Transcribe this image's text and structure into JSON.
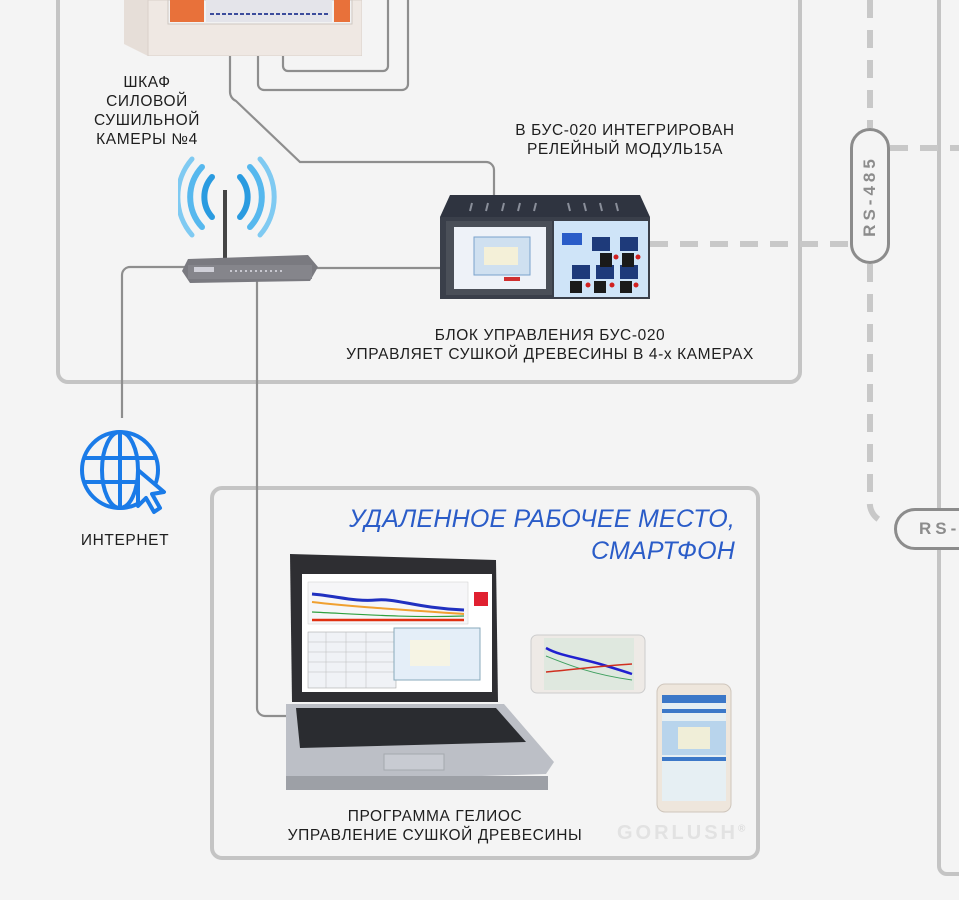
{
  "labels": {
    "cabinet": [
      "ШКАФ",
      "СИЛОВОЙ",
      "СУШИЛЬНОЙ",
      "КАМЕРЫ №4"
    ],
    "relay_module": [
      "В БУС-020 ИНТЕГРИРОВАН",
      "РЕЛЕЙНЫЙ МОДУЛЬ15А"
    ],
    "controller": [
      "БЛОК УПРАВЛЕНИЯ БУС-020",
      "УПРАВЛЯЕТ СУШКОЙ ДРЕВЕСИНЫ В 4-х КАМЕРАХ"
    ],
    "internet": "ИНТЕРНЕТ",
    "remote_title": [
      "УДАЛЕННОЕ РАБОЧЕЕ МЕСТО,",
      "СМАРТФОН"
    ],
    "program": [
      "ПРОГРАММА ГЕЛИОС",
      "УПРАВЛЕНИЕ СУШКОЙ ДРЕВЕСИНЫ"
    ],
    "bus_top": "RS-485",
    "bus_bottom": "RS-",
    "watermark": "GORLUSH",
    "watermark_mark": "®"
  },
  "devices": {
    "cabinet_image": "power-cabinet",
    "router_image": "wifi-router",
    "controller_image": "bus-020-controller",
    "laptop_image": "laptop",
    "tablet_image": "smartphone-landscape",
    "phone_image": "smartphone-portrait"
  },
  "colors": {
    "accent_blue": "#2a5cc8",
    "icon_blue": "#1a7be8",
    "line_gray": "#9a9a9a",
    "frame_gray": "#c4c4c4",
    "dash_gray": "#c8c8c8"
  }
}
